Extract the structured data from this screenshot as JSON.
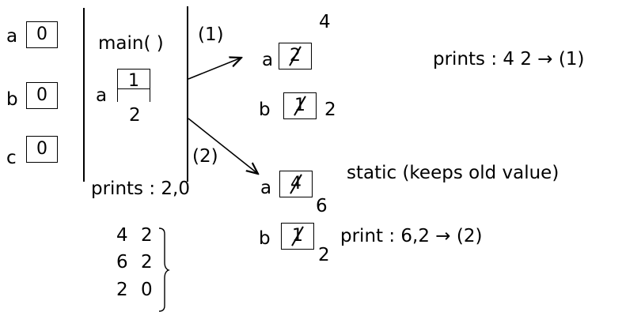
{
  "globals": {
    "a": {
      "name": "a",
      "value": "0"
    },
    "b": {
      "name": "b",
      "value": "0"
    },
    "c": {
      "name": "c",
      "value": "0"
    }
  },
  "main": {
    "signature": "main( )",
    "var_name": "a",
    "old_value": "1",
    "new_value": "2",
    "prints": "prints : 2,0"
  },
  "calls": {
    "first": "(1)",
    "second": "(2)"
  },
  "call1": {
    "a_name": "a",
    "a_old": "2",
    "a_new": "4",
    "b_name": "b",
    "b_old": "1",
    "b_new": "2",
    "prints": "prints : 4  2 →  (1)"
  },
  "call2": {
    "a_name": "a",
    "a_old": "4",
    "a_new": "6",
    "note": "static (keeps old value)",
    "b_name": "b",
    "b_old": "1",
    "b_new": "2",
    "prints": "print :  6,2  → (2)"
  },
  "output": {
    "rows": [
      [
        "4",
        "2"
      ],
      [
        "6",
        "2"
      ],
      [
        "2",
        "0"
      ]
    ]
  }
}
